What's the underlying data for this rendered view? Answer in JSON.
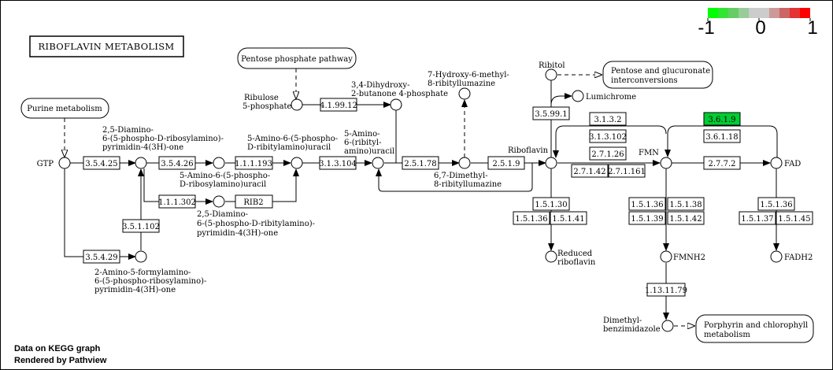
{
  "title": "RIBOFLAVIN  METABOLISM",
  "legend": {
    "min_label": "-1",
    "mid_label": "0",
    "max_label": "1",
    "colors": [
      "#00ff00",
      "#33e533",
      "#66cc66",
      "#99cc99",
      "#cccccc",
      "#cccccc",
      "#cc9999",
      "#cc6666",
      "#e53333",
      "#ff0000"
    ]
  },
  "footer": {
    "line1": "Data on KEGG graph",
    "line2": "Rendered by Pathview"
  },
  "colors": {
    "highlight": "#00cc33",
    "node_fill": "#ffffff",
    "stroke": "#000000"
  },
  "pathway_maps": {
    "pentose_phosphate": "Pentose phosphate pathway",
    "purine": "Purine metabolism",
    "pentose_glucuronate": [
      "Pentose and glucuronate",
      "interconversions"
    ],
    "porphyrin": [
      "Porphyrin and chlorophyll",
      "metabolism"
    ]
  },
  "enzymes": {
    "e3_5_4_25": "3.5.4.25",
    "e3_5_4_26": "3.5.4.26",
    "e1_1_1_193": "1.1.1.193",
    "e3_1_3_104": "3.1.3.104",
    "e2_5_1_78": "2.5.1.78",
    "e2_5_1_9": "2.5.1.9",
    "e4_1_99_12": "4.1.99.12",
    "e1_1_1_302": "1.1.1.302",
    "rib2": "RIB2",
    "e3_5_1_102": "3.5.1.102",
    "e3_5_4_29": "3.5.4.29",
    "e3_5_99_1": "3.5.99.1",
    "e3_1_3_2": "3.1.3.2",
    "e3_1_3_102": "3.1.3.102",
    "e2_7_1_26": "2.7.1.26",
    "e2_7_1_42": "2.7.1.42",
    "e2_7_1_161": "2.7.1.161",
    "e3_6_1_9": "3.6.1.9",
    "e3_6_1_18": "3.6.1.18",
    "e2_7_7_2": "2.7.7.2",
    "e1_5_1_30": "1.5.1.30",
    "e1_5_1_36_a": "1.5.1.36",
    "e1_5_1_41": "1.5.1.41",
    "e1_5_1_36_b": "1.5.1.36",
    "e1_5_1_38": "1.5.1.38",
    "e1_5_1_39": "1.5.1.39",
    "e1_5_1_42": "1.5.1.42",
    "e1_5_1_36_c": "1.5.1.36",
    "e1_5_1_37": "1.5.1.37",
    "e1_5_1_45": "1.5.1.45",
    "e1_13_11_79": "1.13.11.79"
  },
  "compounds": {
    "gtp": "GTP",
    "diamino_ribosylamino": [
      "2,5-Diamino-",
      "6-(5-phospho-D-ribosylamino)-",
      "pyrimidin-4(3H)-one"
    ],
    "amino_ribosylamino": [
      "5-Amino-6-(5-phospho-",
      "D-ribosylamino)uracil"
    ],
    "amino_ribitylamino": [
      "5-Amino-6-(5-phospho-",
      "D-ribitylamino)uracil"
    ],
    "amino_ribityl_uracil": [
      "5-Amino-",
      "6-(ribityl-",
      "amino)uracil"
    ],
    "ribulose": [
      "Ribulose",
      "5-phosphate"
    ],
    "dihydroxy_butanone": [
      "3,4-Dihydroxy-",
      "2-butanone 4-phosphate"
    ],
    "hydroxy_lumazine": [
      "7-Hydroxy-6-methyl-",
      "8-ribityllumazine"
    ],
    "dimethyl_lumazine": [
      "6,7-Dimethyl-",
      "8-ribityllumazine"
    ],
    "diamino_ribitylamino": [
      "2,5-Diamino-",
      "6-(5-phospho-D-ribitylamino)-",
      "pyrimidin-4(3H)-one"
    ],
    "amino_formylamino": [
      "2-Amino-5-formylamino-",
      "6-(5-phospho-ribosylamino)-",
      "pyrimidin-4(3H)-one"
    ],
    "riboflavin": "Riboflavin",
    "ribitol": "Ribitol",
    "lumichrome": "Lumichrome",
    "fmn": "FMN",
    "fad": "FAD",
    "reduced_riboflavin": [
      "Reduced",
      "riboflavin"
    ],
    "fmnh2": "FMNH2",
    "fadh2": "FADH2",
    "dimethylbenzimidazole": [
      "Dimethyl-",
      "benzimidazole"
    ]
  }
}
